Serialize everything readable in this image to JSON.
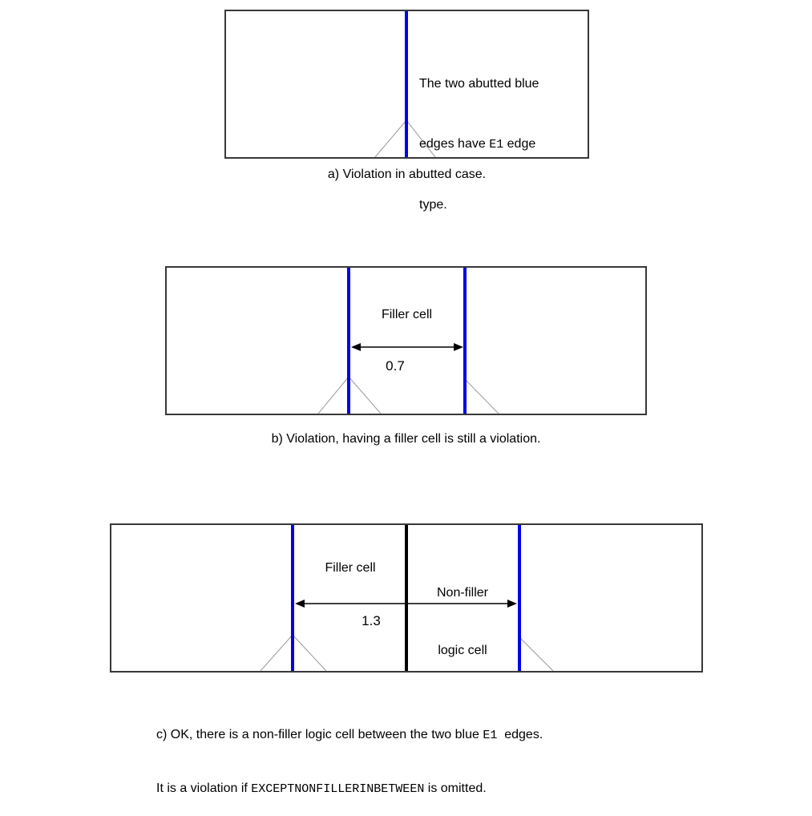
{
  "colors": {
    "edge_blue": "#0000ee",
    "boundary_black": "#000000",
    "marker_gray": "#9a9a9a",
    "box_border": "#383838"
  },
  "figures": {
    "a": {
      "annotation": {
        "line1": "The two abutted blue",
        "line2_pre": "edges have ",
        "line2_code": "E1",
        "line2_post": " edge",
        "line3": "type."
      },
      "caption": "a) Violation in abutted case."
    },
    "b": {
      "filler_label": "Filler cell",
      "dimension_value": "0.7",
      "caption": "b) Violation, having a filler cell is still a violation."
    },
    "c": {
      "filler_label": "Filler cell",
      "nonfiller_label_line1": "Non-filler",
      "nonfiller_label_line2": "logic cell",
      "dimension_value": "1.3",
      "caption_line1_pre": "c) OK, there is a non-filler logic cell between the two blue ",
      "caption_line1_code": "E1",
      "caption_line1_post": "  edges.",
      "caption_line2_pre": "It is a violation if ",
      "caption_line2_code": "EXCEPTNONFILLERINBETWEEN",
      "caption_line2_post": " is omitted."
    }
  }
}
